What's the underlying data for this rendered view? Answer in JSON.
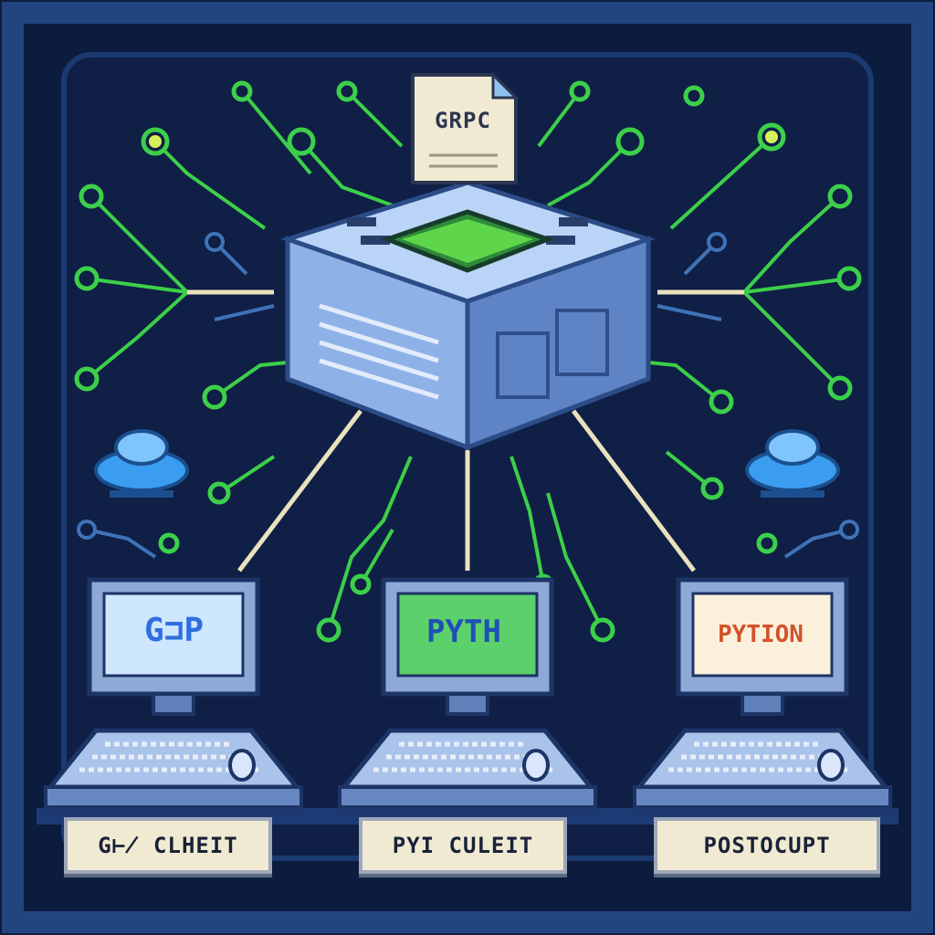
{
  "server": {
    "document_label": "GRPC"
  },
  "clients": [
    {
      "screen_text": "G⊐P",
      "plate_label": "G⊬ CLHEIT",
      "screen_color": "#cfe6ff",
      "text_color": "#2e6fe0"
    },
    {
      "screen_text": "PYTH",
      "plate_label": "PYI CULEIT",
      "screen_color": "#5cd06a",
      "text_color": "#1f4fb8"
    },
    {
      "screen_text": "PYTION",
      "plate_label": "POSTOCUPT",
      "screen_color": "#fbf0dc",
      "text_color": "#d2532a"
    }
  ],
  "colors": {
    "background": "#0c1c3f",
    "circuit_green": "#3ccf4a",
    "circuit_blue": "#3f73b8",
    "connector": "#e9e2bf",
    "server_body": "#8eb2e8"
  },
  "icons": [
    "document-icon",
    "server-icon",
    "chip-icon",
    "cloud-icon",
    "computer-icon",
    "keyboard-icon",
    "mouse-icon"
  ]
}
